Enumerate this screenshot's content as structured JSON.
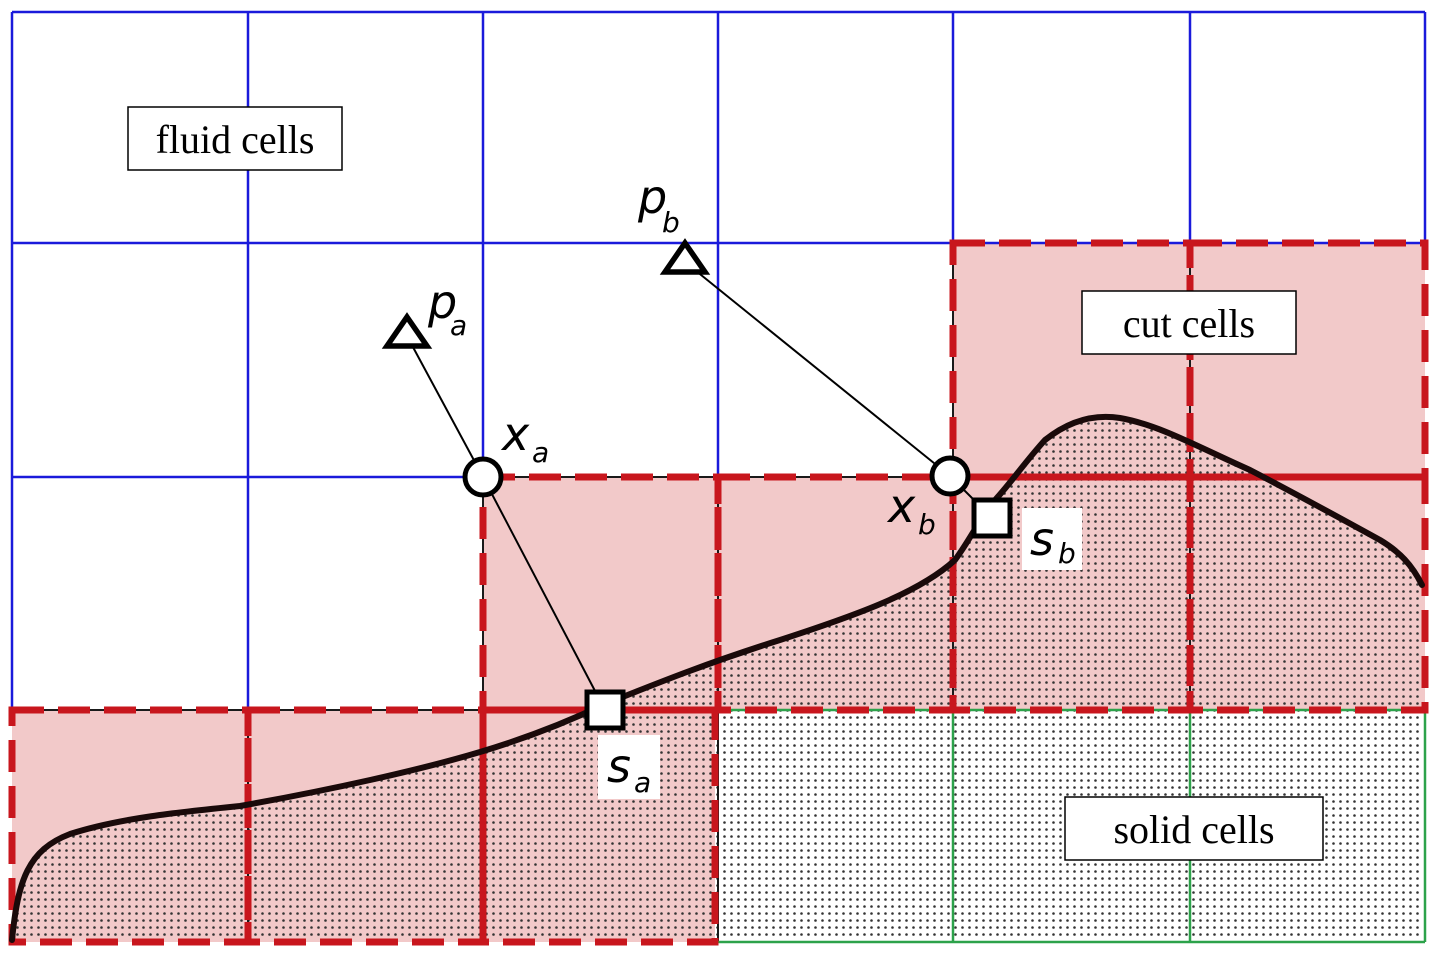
{
  "labels": {
    "fluid": "fluid cells",
    "cut": "cut cells",
    "solid": "solid cells"
  },
  "points": {
    "pa": {
      "main": "p",
      "sub": "a"
    },
    "pb": {
      "main": "p",
      "sub": "b"
    },
    "xa": {
      "main": "x",
      "sub": "a"
    },
    "xb": {
      "main": "x",
      "sub": "b"
    },
    "sa": {
      "main": "s",
      "sub": "a"
    },
    "sb": {
      "main": "s",
      "sub": "b"
    }
  },
  "colors": {
    "fluid_grid": "#1a1adb",
    "solid_grid": "#2ca24a",
    "cut_outline": "#c8161d",
    "cut_fill": "#f2c9c9",
    "boundary": "#1a0a0a"
  }
}
